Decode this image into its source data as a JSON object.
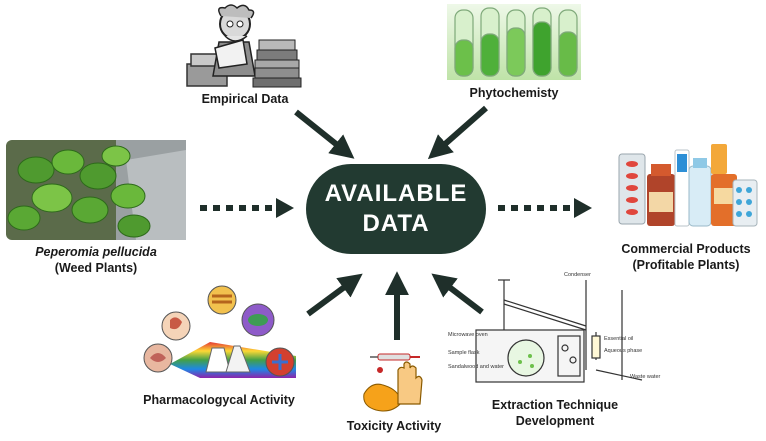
{
  "center": {
    "line1": "AVAILABLE",
    "line2": "DATA"
  },
  "nodes": {
    "empirical": "Empirical Data",
    "phytochemistry": "Phytochemisty",
    "peperomia_name": "Peperomia pellucida",
    "peperomia_sub": "(Weed Plants)",
    "commercial_line1": "Commercial Products",
    "commercial_line2": "(Profitable Plants)",
    "pharmacological": "Pharmacologycal Activity",
    "toxicity": "Toxicity Activity",
    "extraction_line1": "Extraction Technique",
    "extraction_line2": "Development"
  },
  "apparatus_labels": {
    "condenser": "Condenser",
    "microwave": "Microwave oven",
    "sample_flask": "Sample flask",
    "sandalwood": "Sandalwood and water",
    "essential_oil": "Essential oil",
    "aqueous": "Aqueous phase",
    "waste": "Waste water"
  },
  "colors": {
    "dark_green": "#223a31",
    "arrow": "#1f2f2a"
  }
}
